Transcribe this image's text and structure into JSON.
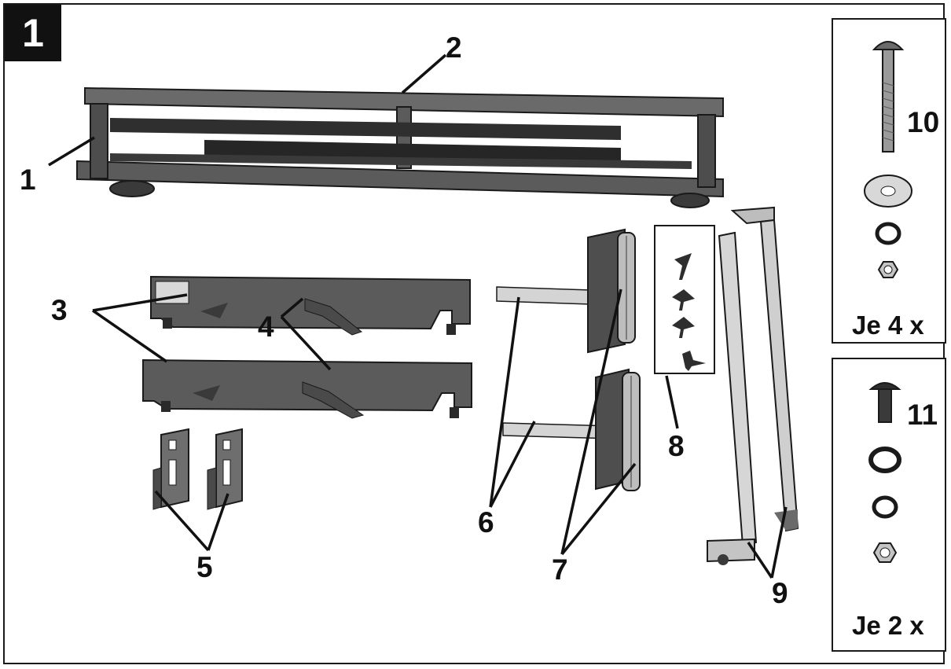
{
  "figure": {
    "number": "1"
  },
  "callouts": [
    "1",
    "2",
    "3",
    "4",
    "5",
    "6",
    "7",
    "8",
    "9",
    "10",
    "11"
  ],
  "hardware_boxes": [
    {
      "part_number": "10",
      "quantity_label": "Je 4 x"
    },
    {
      "part_number": "11",
      "quantity_label": "Je 2 x"
    }
  ],
  "colors": {
    "steel": "#5b5b5b",
    "steel_dark": "#3a3a3a",
    "zinc": "#c8c8c8",
    "outline": "#1a1a1a"
  }
}
